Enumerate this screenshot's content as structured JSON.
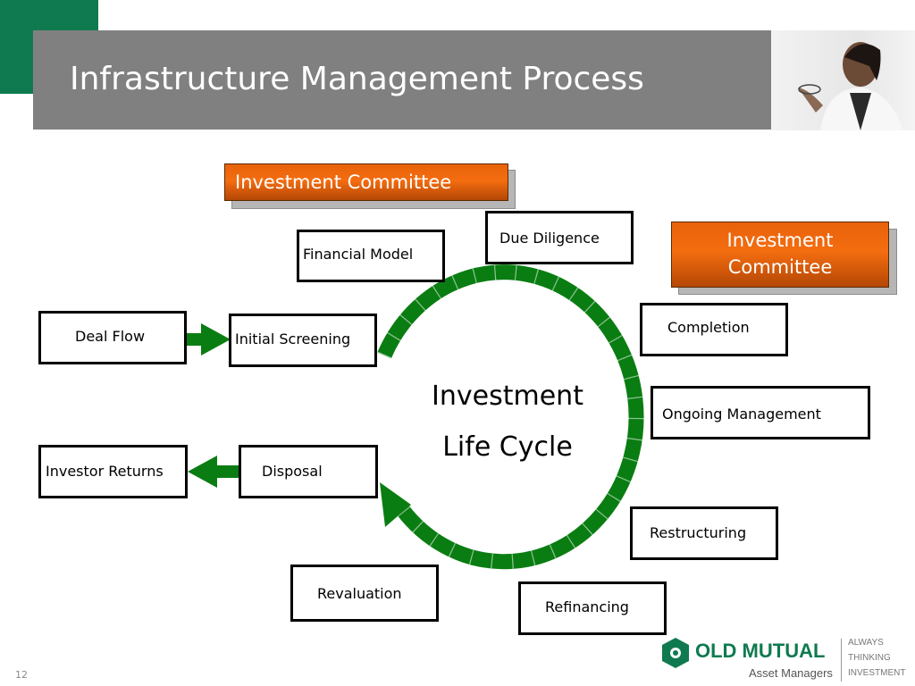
{
  "title": "Infrastructure Management Process",
  "page_number": "12",
  "center_label": {
    "line1": "Investment",
    "line2": "Life Cycle"
  },
  "committees": {
    "top": "Investment Committee",
    "right_line1": "Investment",
    "right_line2": "Committee"
  },
  "boxes": {
    "deal_flow": "Deal Flow",
    "initial_screening": "Initial Screening",
    "financial_model": "Financial Model",
    "due_diligence": "Due Diligence",
    "completion": "Completion",
    "ongoing_management": "Ongoing Management",
    "restructuring": "Restructuring",
    "refinancing": "Refinancing",
    "revaluation": "Revaluation",
    "disposal": "Disposal",
    "investor_returns": "Investor Returns"
  },
  "logo": {
    "brand": "OLD MUTUAL",
    "sub": "Asset Managers",
    "tagline1": "ALWAYS",
    "tagline2": "THINKING",
    "tagline3": "INVESTMENT"
  },
  "colors": {
    "accent_green": "#0f7a4f",
    "arrow_green": "#0a7d12",
    "title_bar": "#808080",
    "committee_orange": "#f46d10"
  }
}
